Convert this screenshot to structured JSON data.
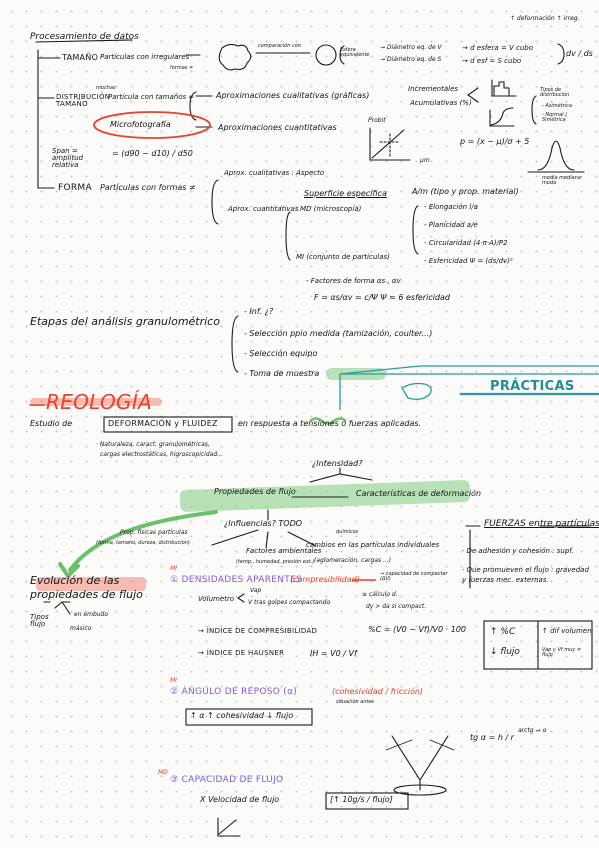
{
  "top_right_note": "↑ deformación ↑ irreg.",
  "section_procesamiento": {
    "title": "Procesamiento de datos",
    "tamano": {
      "label": "TAMAÑO",
      "text": "Partículas con irregulares",
      "small": "formas ≠",
      "comp_label": "comparación con",
      "esfera": "Esfera equivalente",
      "diam_v": "→ Diámetro eq. de V",
      "diam_s": "→ Diámetro eq. de S",
      "dv_eq": "→ d esfera = V cubo",
      "ds_eq": "→ d esf = S cubo",
      "dv_ds": "dv / ds"
    },
    "distribucion": {
      "label": "DISTRIBUCIÓN TAMAÑO",
      "small": "muchas",
      "text": "Partícula con tamaños ≠",
      "micro": "Microfotografía",
      "aprox_cual": "Aproximaciones cualitativas (gráficas)",
      "incrementales": "Incrementales",
      "acumulativas": "Acumulativas (%)",
      "aprox_cuant": "Aproximaciones cuantitativas",
      "tipos": "Tipos de distribución",
      "asim": "- Asimétrica",
      "normal": "- Normal / Simétrica",
      "probit": "Probit",
      "mu": "μm",
      "p_eq": "p = (x − μ)/σ + 5",
      "media": "media mediana moda",
      "span": "Span = amplitud relativa",
      "span_eq": "= (d90 − d10) / d50"
    },
    "forma": {
      "label": "FORMA",
      "text": "Partículas con formas ≠",
      "aprox_cual": "Aprox. cualitativas : Aspecto",
      "aprox_cuant": "Aprox. cuantitativas",
      "sup": "Superficie específica",
      "am": "A/m (tipo y prop. material)",
      "md": "MD (microscopía)",
      "mi": "MI (conjunto de partículas)",
      "elong": "- Elongación  l/a",
      "plan": "- Planicidad  a/e",
      "circ": "- Circularidad  (4·π·A)/P2",
      "esfer": "- Esfericidad  Ψ = (ds/dv)²",
      "fact": "- Factores de forma  αs , αv",
      "f_eq": "F = αs/αv = c/Ψ  Ψ ≈ 6 esfericidad"
    }
  },
  "section_etapas": {
    "title": "Etapas del análisis granulométrico",
    "items": [
      "- Inf. ¿?",
      "- Selección ppio medida (tamización, coulter...)",
      "- Selección equipo",
      "- Toma de muestra"
    ]
  },
  "section_reologia": {
    "title": "REOLOGÍA",
    "practicas": "PRÁCTICAS",
    "estudio": "Estudio de",
    "deform": "DEFORMACIÓN y FLUIDEZ",
    "estudio_rest": "en respuesta a tensiones o fuerzas aplicadas.",
    "nat": "· Naturaleza, caract. granulométricas,",
    "nat2": "cargas electrostáticas, higroscopicidad...",
    "intensidad": "¿Intensidad?",
    "prop_flujo": "Propiedades de flujo",
    "carac_def": "Características de deformación",
    "influencias": "¿Influencias? TODO",
    "prop_fisicas": "Prop. físicas partículas",
    "prop_fisicas2": "(forma, tamaño, dureza, distribución)",
    "factores": "Factores ambientales",
    "factores2": "(temp., humedad, presión ext.)",
    "cambios": "cambios en las partículas individuales",
    "cambios2": "(aglomeración, cargas ...)",
    "quimicos": "químicos",
    "fuerzas_title": "FUERZAS entre partículas",
    "fuerzas_1": "· De adhesión y cohesión : supf.",
    "fuerzas_2": "· Que promueven el flujo : gravedad y fuerzas mec. externas."
  },
  "section_evolucion": {
    "title": "Evolución de las propiedades de flujo",
    "tipos": "Tipos flujo",
    "en_embudo": "en embudo",
    "masico": "másico",
    "item1_tag": "MI",
    "item1": "① DENSIDADES APARENTES",
    "item1_comp": "(compresibilidad)",
    "item1_cap": "→ capacidad de compactar (ΔV)",
    "volumetro": "Volumetro",
    "vap": "Vap",
    "vtras": "V tras golpes compactando",
    "calculo": "≥ cálculo d.",
    "dy": "dy > da si compact.",
    "ic": "→ ÍNDICE DE COMPRESIBILIDAD",
    "ic_eq": "%C = (V0 − Vf)/V0 · 100",
    "ih": "→ ÍNDICE DE HAUSNER",
    "ih_eq": "IH = V0 / Vf",
    "box_1": "↑ %C",
    "box_2": "↑ dif volumen",
    "box_3": "↓ flujo",
    "box_4": "Vap y Vf muy ≠ flujo",
    "item2_tag": "MI",
    "item2": "② ÁNGULO DE REPOSO (α)",
    "item2_rest": "(cohesividad / fricción)",
    "situacion": "situación antes",
    "item2_box": "↑ α ↑ cohesividad ↓ flujo",
    "tg_eq": "tg α = h / r",
    "arctg": "arctg → α",
    "item3_tag": "MD",
    "item3": "③ CAPACIDAD DE FLUJO",
    "vel": "X Velocidad de flujo",
    "vel_box": "[↑ 10g/s / flujo]"
  }
}
